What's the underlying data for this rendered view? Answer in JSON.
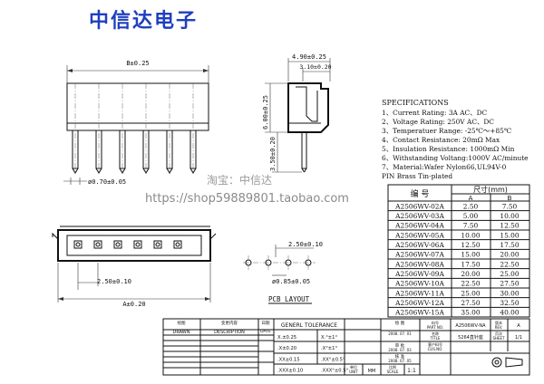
{
  "brand": {
    "title": "中信达电子",
    "color": "#1f3fbf",
    "watermark_shop": "淘宝：中信达",
    "watermark_url": "https://shop59889801.taobao.com"
  },
  "dimensions": {
    "front_width": "B±0.25",
    "pin_diameter": "ø0.70±0.05",
    "side_width": "4.90±0.25",
    "side_inner": "3.10±0.20",
    "side_height": "6.00±0.25",
    "pin_length": "3.50±0.20",
    "pitch": "2.50±0.10",
    "bottom_width": "A±0.20",
    "pcb_pitch": "2.50±0.10",
    "pcb_hole": "ø0.85±0.05"
  },
  "pcb_label": "PCB LAYOUT",
  "specifications": {
    "title": "SPECIFICATIONS",
    "items": [
      "1、Current Rating: 3A AC、DC",
      "2、Voltage Rating: 250V AC、DC",
      "3、Temperatuer Range: -25℃～+85℃",
      "4、Contact Resistance: 20mΩ Max",
      "5、Insulation Resistance: 1000mΩ Min",
      "6、Withstanding Voltang:1000V AC/minute",
      "7、Material:Wafer Nylon66,UL94V-0",
      "   PIN Brass Tin-plated"
    ]
  },
  "parts_table": {
    "header_code": "编 号",
    "header_size": "尺寸(mm)",
    "col_a": "A",
    "col_b": "B",
    "rows": [
      {
        "code": "A2506WV-02A",
        "a": "2.50",
        "b": "7.50"
      },
      {
        "code": "A2506WV-03A",
        "a": "5.00",
        "b": "10.00"
      },
      {
        "code": "A2506WV-04A",
        "a": "7.50",
        "b": "12.50"
      },
      {
        "code": "A2506WV-05A",
        "a": "10.00",
        "b": "15.00"
      },
      {
        "code": "A2506WV-06A",
        "a": "12.50",
        "b": "17.50"
      },
      {
        "code": "A2506WV-07A",
        "a": "15.00",
        "b": "20.00"
      },
      {
        "code": "A2506WV-08A",
        "a": "17.50",
        "b": "22.50"
      },
      {
        "code": "A2506WV-09A",
        "a": "20.00",
        "b": "25.00"
      },
      {
        "code": "A2506WV-10A",
        "a": "22.50",
        "b": "27.50"
      },
      {
        "code": "A2506WV-11A",
        "a": "25.00",
        "b": "30.00"
      },
      {
        "code": "A2506WV-12A",
        "a": "27.50",
        "b": "32.50"
      },
      {
        "code": "A2506WV-15A",
        "a": "35.00",
        "b": "40.00"
      }
    ]
  },
  "title_block": {
    "drawn_cn": "绘图",
    "drawn_en": "DRAWN",
    "desc_cn": "变更内容",
    "desc_en": "DESCRIPTION",
    "date_cn": "日期",
    "date_en": "DATE",
    "tol_title": "GENERL TOLERANCE",
    "tol": [
      {
        "l": "X.±0.25",
        "r": "X.°±1°"
      },
      {
        "l": ".X±0.20",
        "r": ".X°±1°"
      },
      {
        "l": ".XX±0.15",
        "r": ".XX°±0.5°"
      },
      {
        "l": ".XXX±0.10",
        "r": ".XXX°±0.5°"
      }
    ],
    "unit_cn": "单位",
    "unit_en": "UNIT",
    "unit_val": "MM",
    "scale_cn": "比例",
    "scale_en": "SCALE",
    "scale_val": "1:1",
    "drawn2_cn": "绘 图",
    "drawn2_date": "2008. 07. 01",
    "check_cn": "审 批",
    "check_date": "2008. 07. 03",
    "approve_cn": "核 准",
    "approve_date": "2008. 07. 05",
    "part_no_cn": "料号",
    "part_no_en": "PART NO.",
    "part_no_val": "A2506WV-NA",
    "title_cn": "名称",
    "title_en": "TITLE",
    "title_val": "5264直针座",
    "cust_cn": "客户料号",
    "cust_en": "CUS.NO.",
    "rev_cn": "版本",
    "rev_en": "REV.",
    "rev_val": "A",
    "sheet_cn": "页次",
    "sheet_en": "SHEET",
    "sheet_val": "1/1"
  }
}
